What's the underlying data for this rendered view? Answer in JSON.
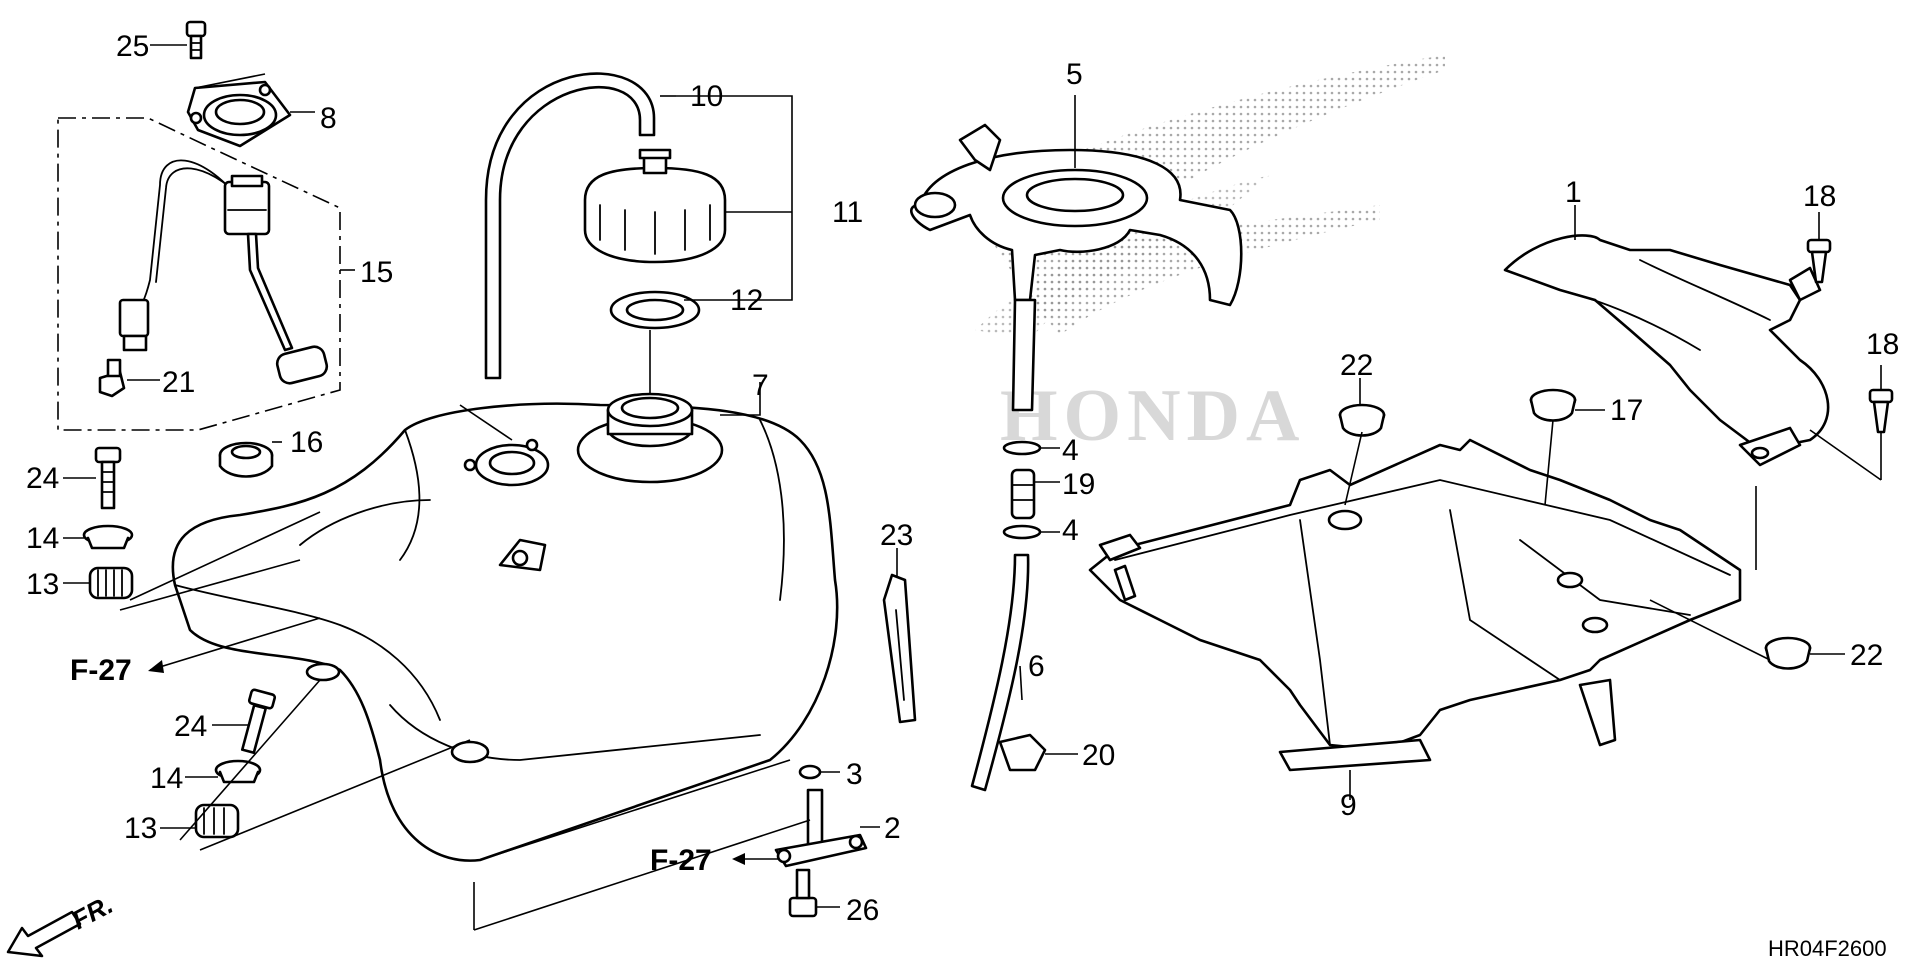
{
  "callouts": {
    "c1": "1",
    "c2": "2",
    "c3": "3",
    "c4a": "4",
    "c4b": "4",
    "c5": "5",
    "c6": "6",
    "c7": "7",
    "c8": "8",
    "c9": "9",
    "c10": "10",
    "c11": "11",
    "c12": "12",
    "c13a": "13",
    "c13b": "13",
    "c14a": "14",
    "c14b": "14",
    "c15": "15",
    "c16": "16",
    "c17": "17",
    "c18a": "18",
    "c18b": "18",
    "c19": "19",
    "c20": "20",
    "c21": "21",
    "c22a": "22",
    "c22b": "22",
    "c23": "23",
    "c24a": "24",
    "c24b": "24",
    "c25": "25",
    "c26": "26"
  },
  "refs": {
    "f27_left": "F-27",
    "f27_bottom": "F-27"
  },
  "front_indicator": "FR.",
  "diagram_code": "HR04F2600",
  "watermark": "HONDA"
}
